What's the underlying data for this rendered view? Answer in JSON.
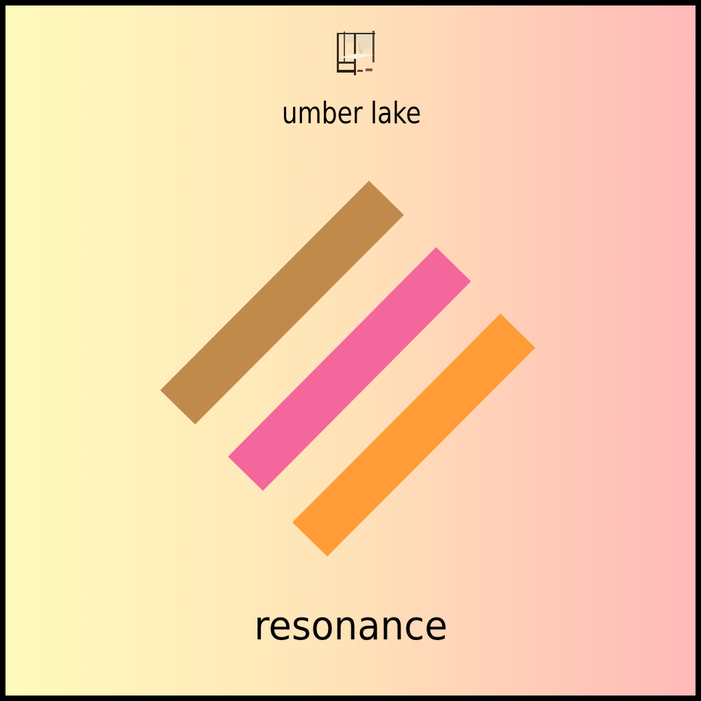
{
  "cover": {
    "artist": "umber lake",
    "title": "resonance",
    "icon": "four-poster-bed-icon",
    "background_gradient": [
      "#fffbbd",
      "#ffe2b8",
      "#ffb9b9"
    ],
    "border_color": "#000000",
    "stripes": [
      {
        "name": "stripe-brown",
        "color": "#c08a4d"
      },
      {
        "name": "stripe-pink",
        "color": "#f4679c"
      },
      {
        "name": "stripe-orange",
        "color": "#ff9c38"
      }
    ]
  }
}
